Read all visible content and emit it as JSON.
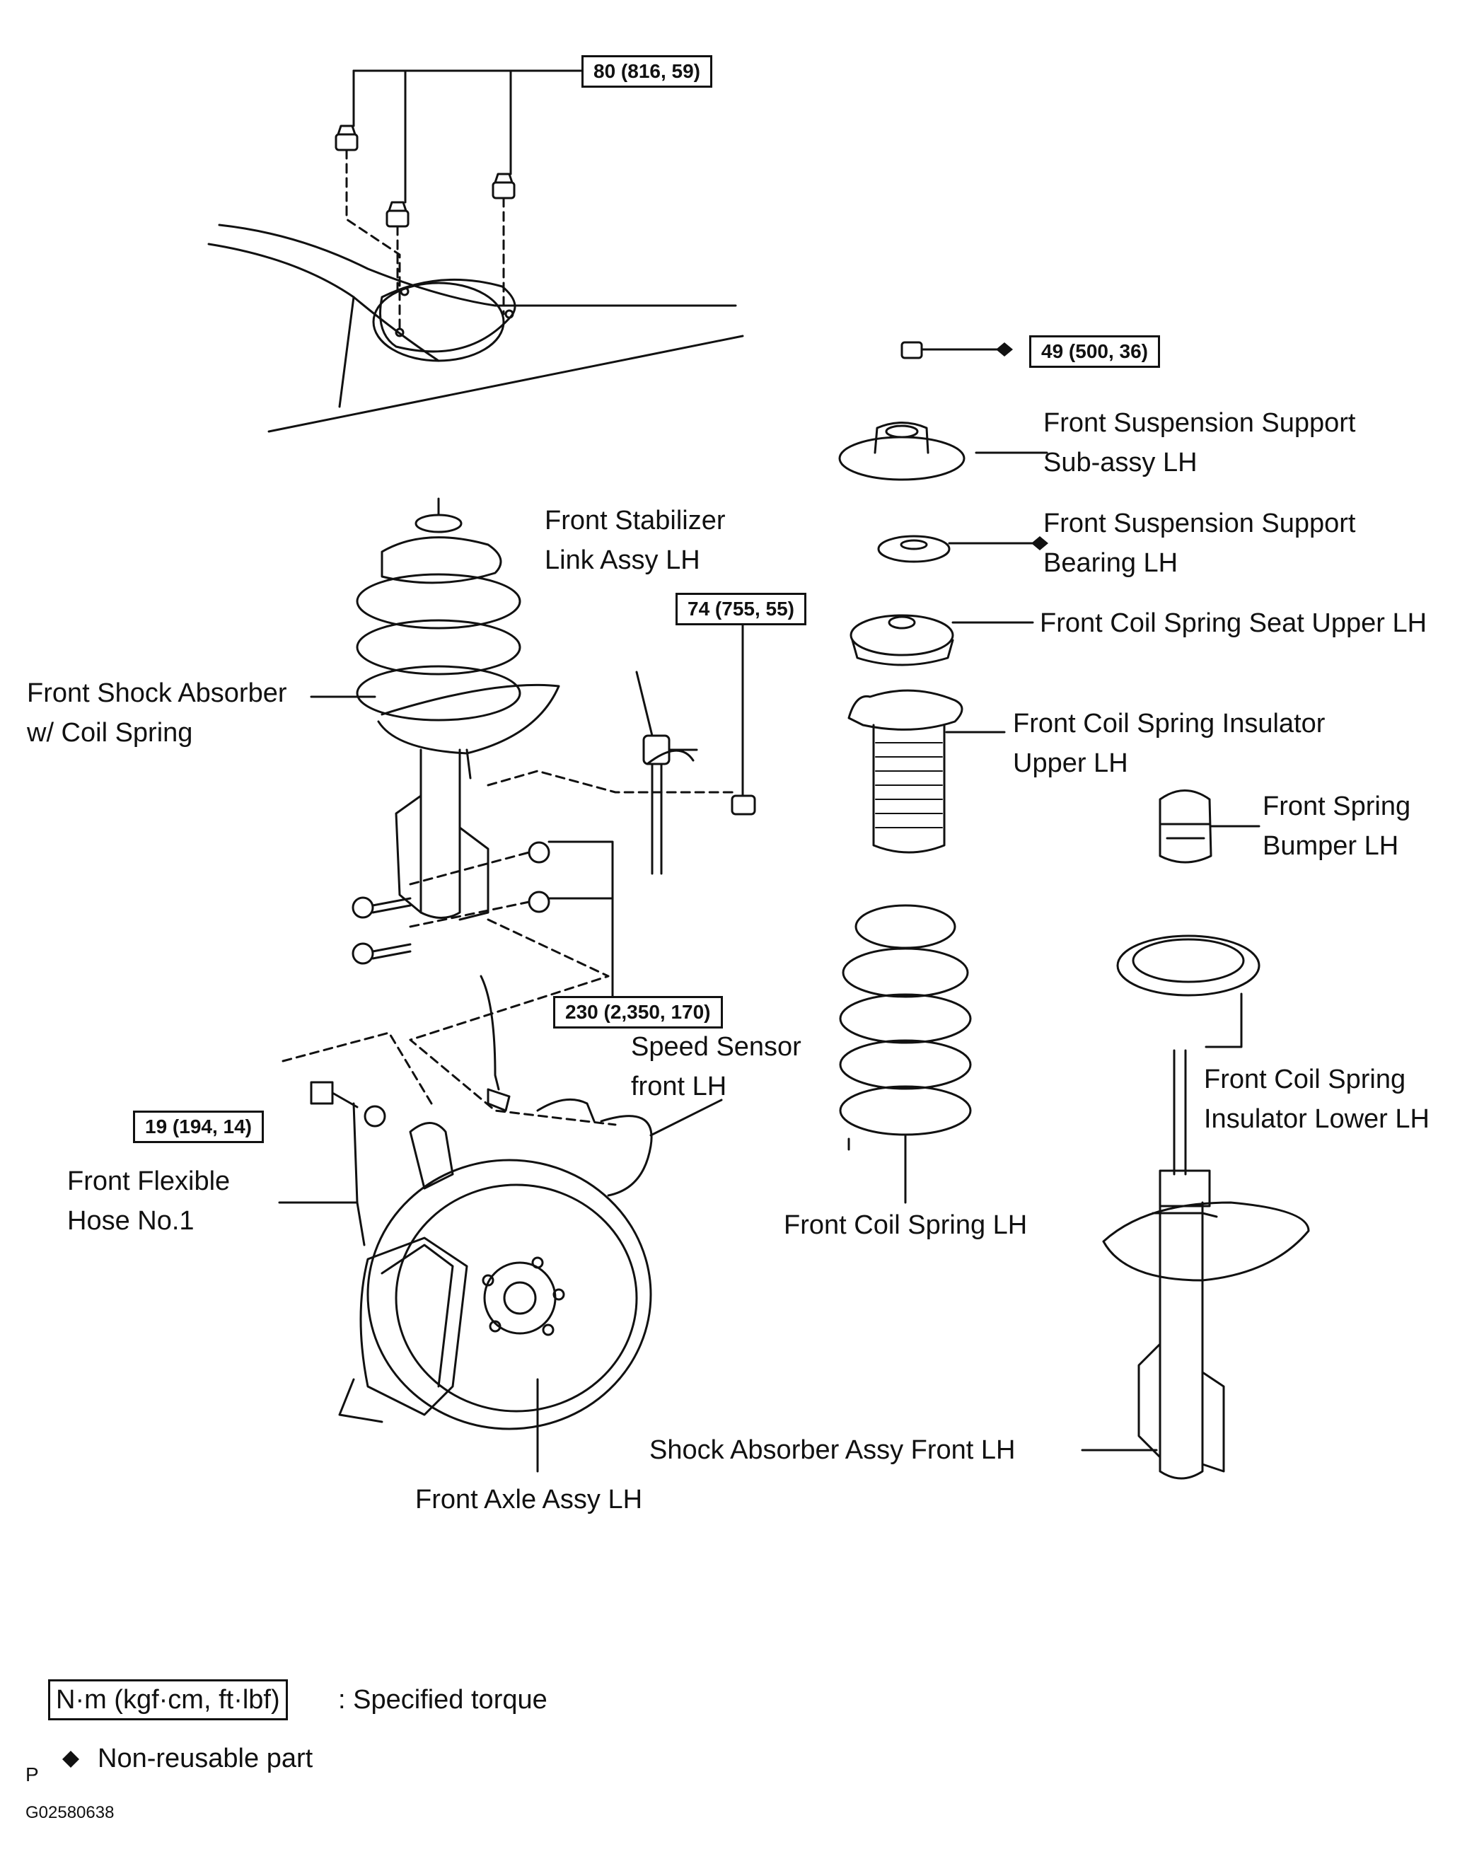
{
  "torques": {
    "top_mount_nuts": "80 (816, 59)",
    "support_nut": "49 (500, 36)",
    "stabilizer_nut": "74 (755, 55)",
    "knuckle_bolts": "230 (2,350, 170)",
    "hose_bolt": "19 (194, 14)"
  },
  "labels": {
    "support_subassy_1": "Front Suspension Support",
    "support_subassy_2": "Sub-assy LH",
    "support_bearing_1": "Front Suspension Support",
    "support_bearing_2": "Bearing LH",
    "spring_seat_upper": "Front Coil Spring Seat Upper LH",
    "insulator_upper_1": "Front Coil Spring Insulator",
    "insulator_upper_2": "Upper LH",
    "spring_bumper_1": "Front Spring",
    "spring_bumper_2": "Bumper LH",
    "stabilizer_link_1": "Front Stabilizer",
    "stabilizer_link_2": "Link Assy LH",
    "shock_w_spring_1": "Front Shock Absorber",
    "shock_w_spring_2": "w/ Coil Spring",
    "speed_sensor_1": "Speed  Sensor",
    "speed_sensor_2": "front LH",
    "insulator_lower_1": "Front Coil Spring",
    "insulator_lower_2": "Insulator Lower LH",
    "flexible_hose_1": "Front Flexible",
    "flexible_hose_2": "Hose No.1",
    "coil_spring": "Front Coil Spring LH",
    "shock_assy": "Shock Absorber Assy Front LH",
    "axle_assy": "Front Axle Assy LH"
  },
  "legend": {
    "torque_box": "N·m (kgf·cm, ft·lbf)",
    "torque_text": ": Specified torque",
    "diamond_symbol": "◆",
    "nonreusable_text": "Non-reusable part"
  },
  "footer": {
    "letter": "P",
    "figure_id": "G02580638"
  }
}
